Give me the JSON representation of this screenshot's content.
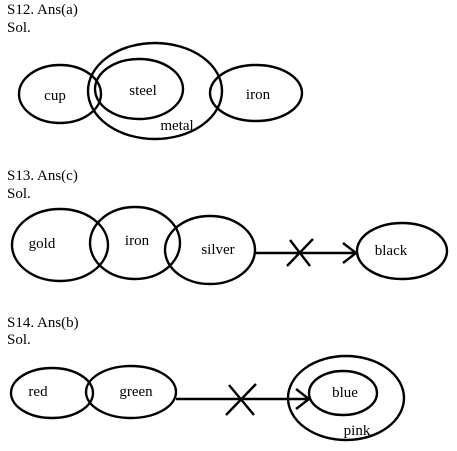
{
  "questions": [
    {
      "heading": "S12. Ans(a)",
      "solution_label": "Sol.",
      "sets": {
        "cup": "cup",
        "steel": "steel",
        "metal": "metal",
        "iron": "iron"
      }
    },
    {
      "heading": "S13. Ans(c)",
      "solution_label": "Sol.",
      "sets": {
        "gold": "gold",
        "iron": "iron",
        "silver": "silver",
        "black": "black"
      }
    },
    {
      "heading": "S14. Ans(b)",
      "solution_label": "Sol.",
      "sets": {
        "red": "red",
        "green": "green",
        "blue": "blue",
        "pink": "pink"
      }
    }
  ],
  "colors": {
    "ink": "#000000",
    "background": "#ffffff"
  }
}
